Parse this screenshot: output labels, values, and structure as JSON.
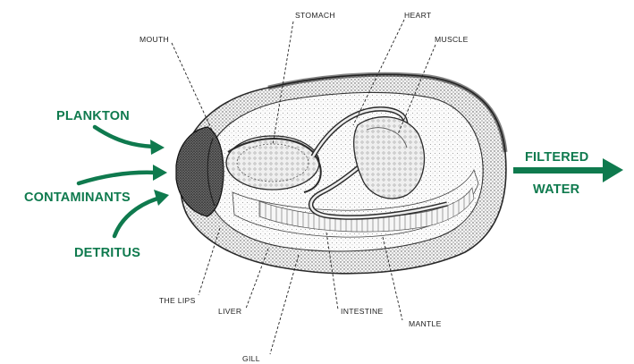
{
  "colors": {
    "accent": "#0f7a4e",
    "ink": "#222222",
    "shell": "#3a3a3a",
    "background": "#ffffff"
  },
  "inputs": {
    "plankton": "PLANKTON",
    "contaminants": "CONTAMINANTS",
    "detritus": "DETRITUS"
  },
  "output": {
    "line1": "FILTERED",
    "line2": "WATER"
  },
  "parts": {
    "stomach": "STOMACH",
    "heart": "HEART",
    "mouth": "MOUTH",
    "muscle": "MUSCLE",
    "the_lips": "THE LIPS",
    "liver": "LIVER",
    "intestine": "INTESTINE",
    "mantle": "MANTLE",
    "gill": "GILL"
  }
}
